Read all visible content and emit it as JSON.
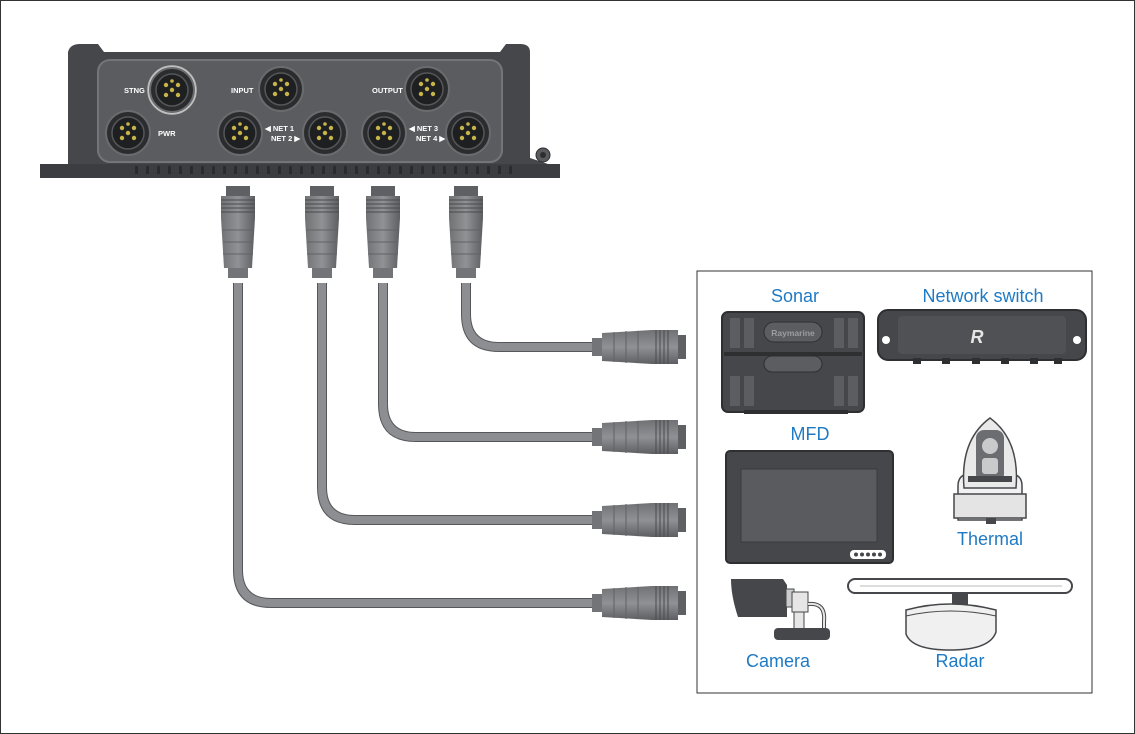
{
  "box_labels": {
    "stng": "STNG",
    "pwr": "PWR",
    "input": "INPUT",
    "output": "OUTPUT",
    "net1": "◀ NET 1",
    "net2": "NET 2 ▶",
    "net3": "◀ NET 3",
    "net4": "NET 4 ▶"
  },
  "devices": {
    "sonar": "Sonar",
    "network_switch": "Network switch",
    "mfd": "MFD",
    "thermal": "Thermal",
    "camera": "Camera",
    "radar": "Radar"
  },
  "brand": {
    "sonar_logo": "Raymarine",
    "switch_logo": "R"
  },
  "colors": {
    "device_body": "#46474a",
    "cable": "#8c8e91",
    "label_blue": "#1f7ac4"
  }
}
